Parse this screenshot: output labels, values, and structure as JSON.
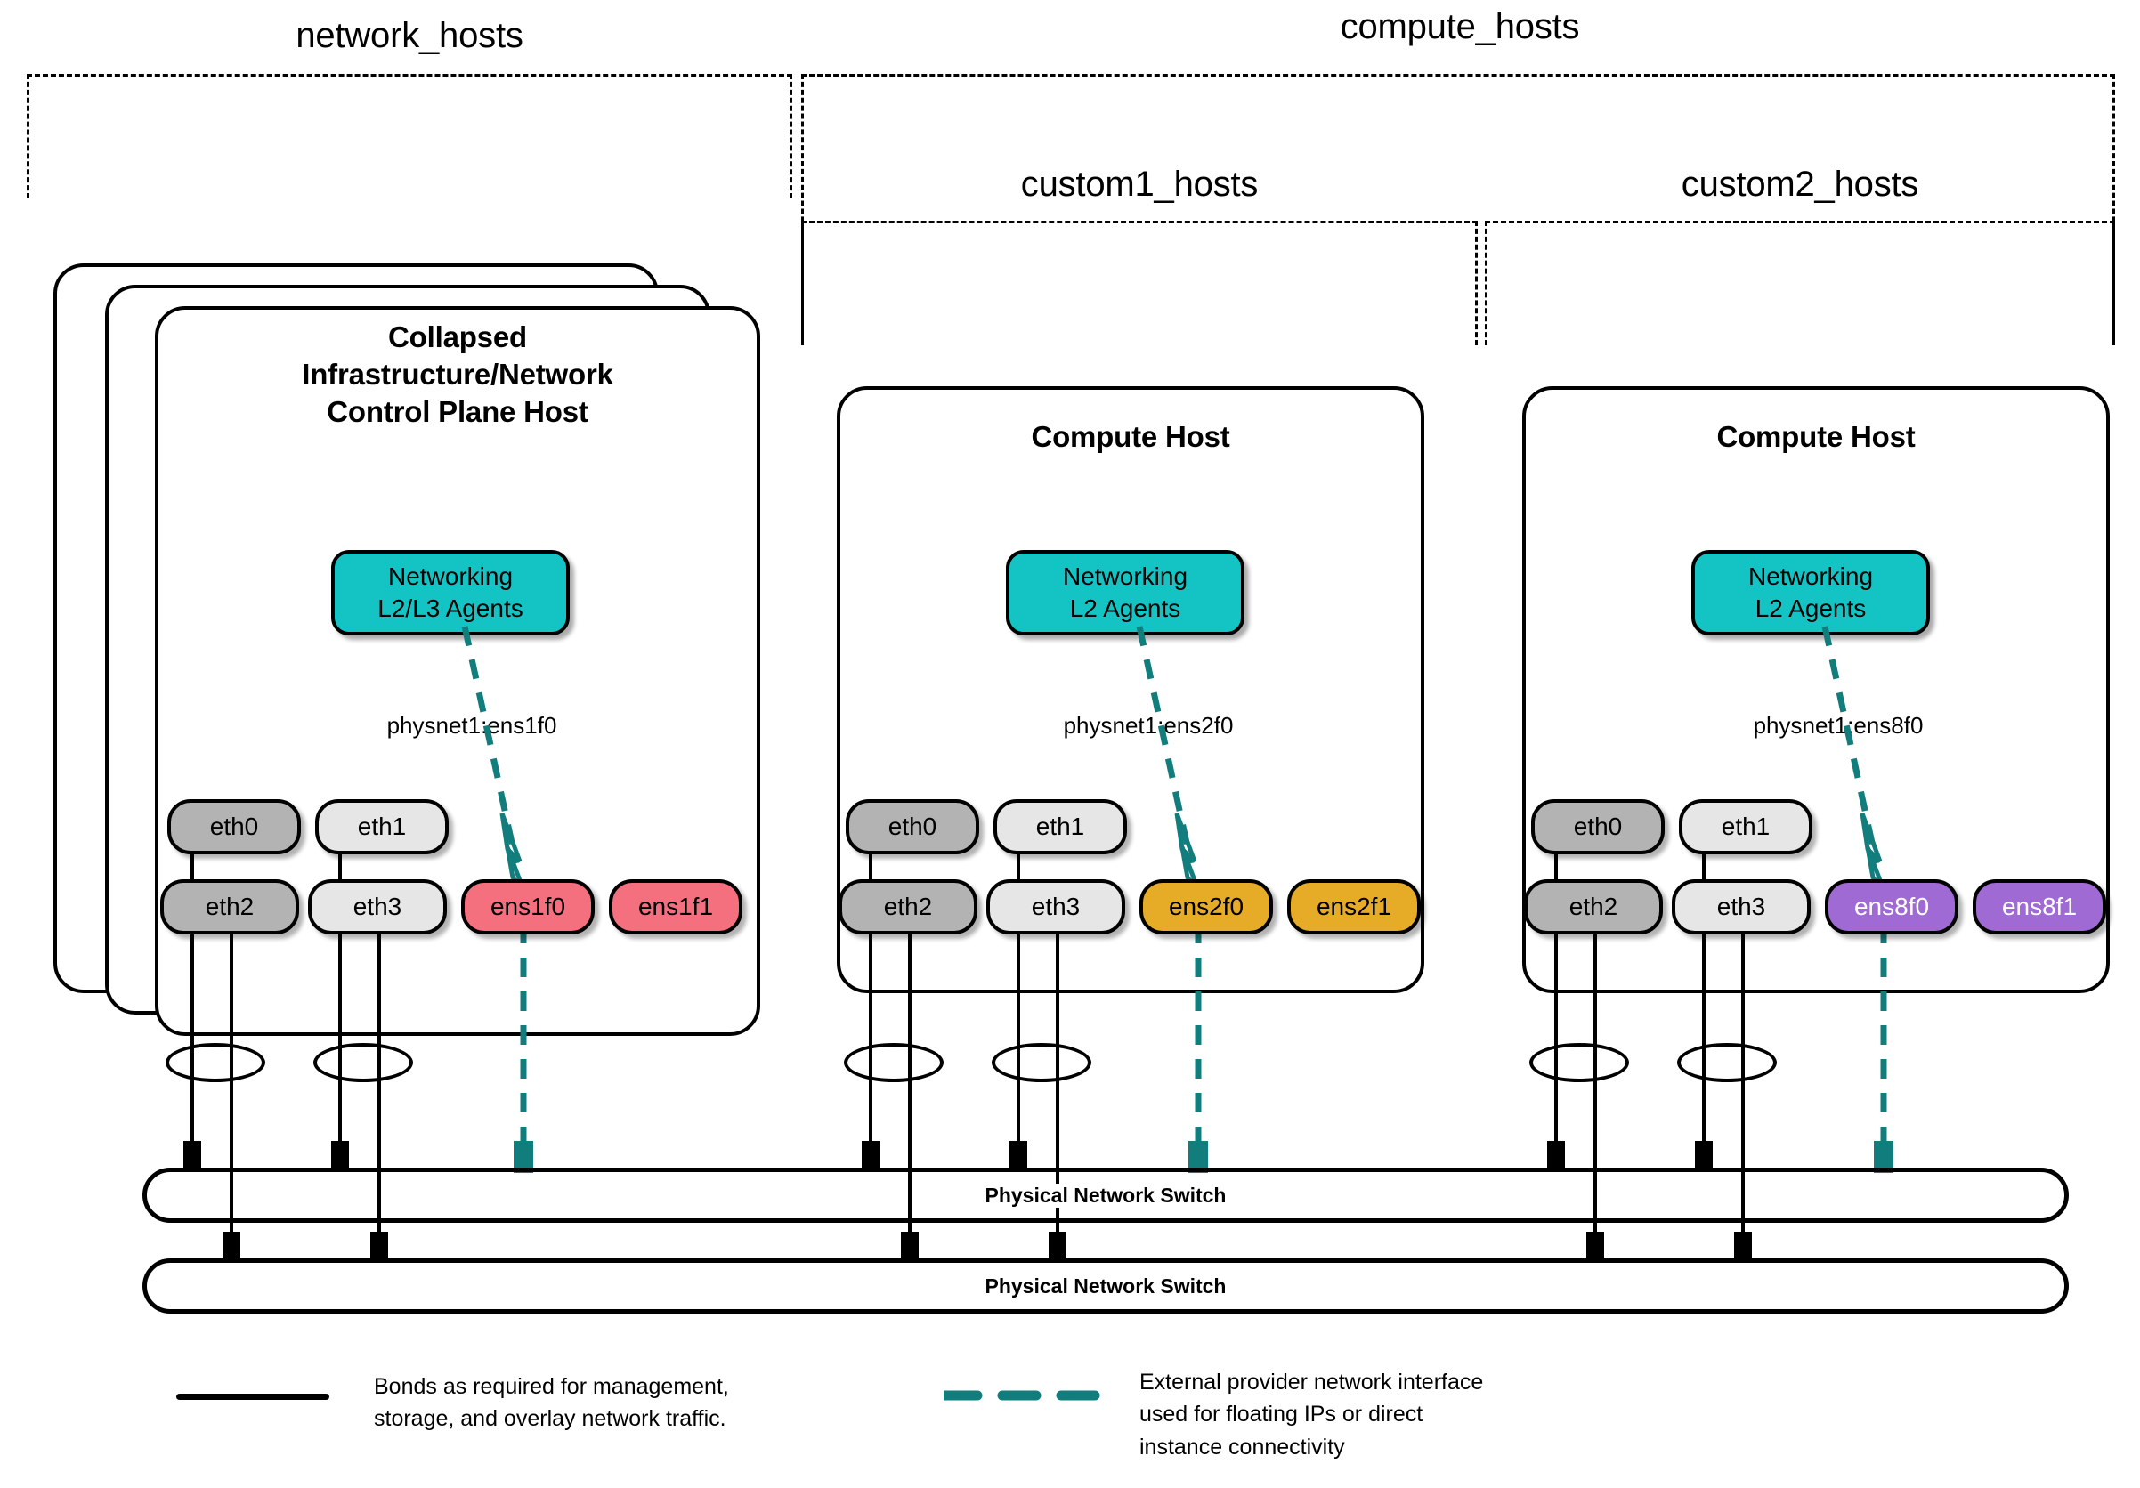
{
  "groups": [
    {
      "id": "network_hosts",
      "label": "network_hosts"
    },
    {
      "id": "compute_hosts",
      "label": "compute_hosts"
    },
    {
      "id": "custom1_hosts",
      "label": "custom1_hosts"
    },
    {
      "id": "custom2_hosts",
      "label": "custom2_hosts"
    }
  ],
  "hosts": [
    {
      "id": "control-plane-host",
      "title": "Collapsed\nInfrastructure/Network\nControl Plane Host",
      "stacked": true,
      "agent": {
        "line1": "Networking",
        "line2": "L2/L3 Agents"
      },
      "physnet_label": "physnet1:ens1f0",
      "nics_top": [
        {
          "name": "eth0",
          "style": "dark"
        },
        {
          "name": "eth1",
          "style": "light"
        }
      ],
      "nics_bottom": [
        {
          "name": "eth2",
          "style": "dark"
        },
        {
          "name": "eth3",
          "style": "light"
        },
        {
          "name": "ens1f0",
          "style": "pink"
        },
        {
          "name": "ens1f1",
          "style": "pink"
        }
      ]
    },
    {
      "id": "compute-host-1",
      "title": "Compute Host",
      "stacked": false,
      "agent": {
        "line1": "Networking",
        "line2": "L2 Agents"
      },
      "physnet_label": "physnet1:ens2f0",
      "nics_top": [
        {
          "name": "eth0",
          "style": "dark"
        },
        {
          "name": "eth1",
          "style": "light"
        }
      ],
      "nics_bottom": [
        {
          "name": "eth2",
          "style": "dark"
        },
        {
          "name": "eth3",
          "style": "light"
        },
        {
          "name": "ens2f0",
          "style": "orange"
        },
        {
          "name": "ens2f1",
          "style": "orange"
        }
      ]
    },
    {
      "id": "compute-host-2",
      "title": "Compute Host",
      "stacked": false,
      "agent": {
        "line1": "Networking",
        "line2": "L2 Agents"
      },
      "physnet_label": "physnet1:ens8f0",
      "nics_top": [
        {
          "name": "eth0",
          "style": "dark"
        },
        {
          "name": "eth1",
          "style": "light"
        }
      ],
      "nics_bottom": [
        {
          "name": "eth2",
          "style": "dark"
        },
        {
          "name": "eth3",
          "style": "light"
        },
        {
          "name": "ens8f0",
          "style": "purple"
        },
        {
          "name": "ens8f1",
          "style": "purple"
        }
      ]
    }
  ],
  "switches": [
    {
      "id": "switch-top",
      "label": "Physical Network Switch"
    },
    {
      "id": "switch-bottom",
      "label": "Physical Network Switch"
    }
  ],
  "legend": [
    {
      "id": "bond-legend",
      "style": "solid",
      "text": "Bonds as required for management,\nstorage, and overlay network traffic."
    },
    {
      "id": "provider-legend",
      "style": "dashed",
      "text": "External provider network interface\nused for floating IPs or direct\ninstance connectivity"
    }
  ],
  "colors": {
    "agent_teal": "#14c4c4",
    "provider_teal": "#127d7d",
    "nic_dark": "#b3b3b3",
    "nic_light": "#e6e6e6",
    "nic_pink": "#f4707f",
    "nic_orange": "#e6ac28",
    "nic_purple": "#a06ad4",
    "outline": "#000000"
  }
}
